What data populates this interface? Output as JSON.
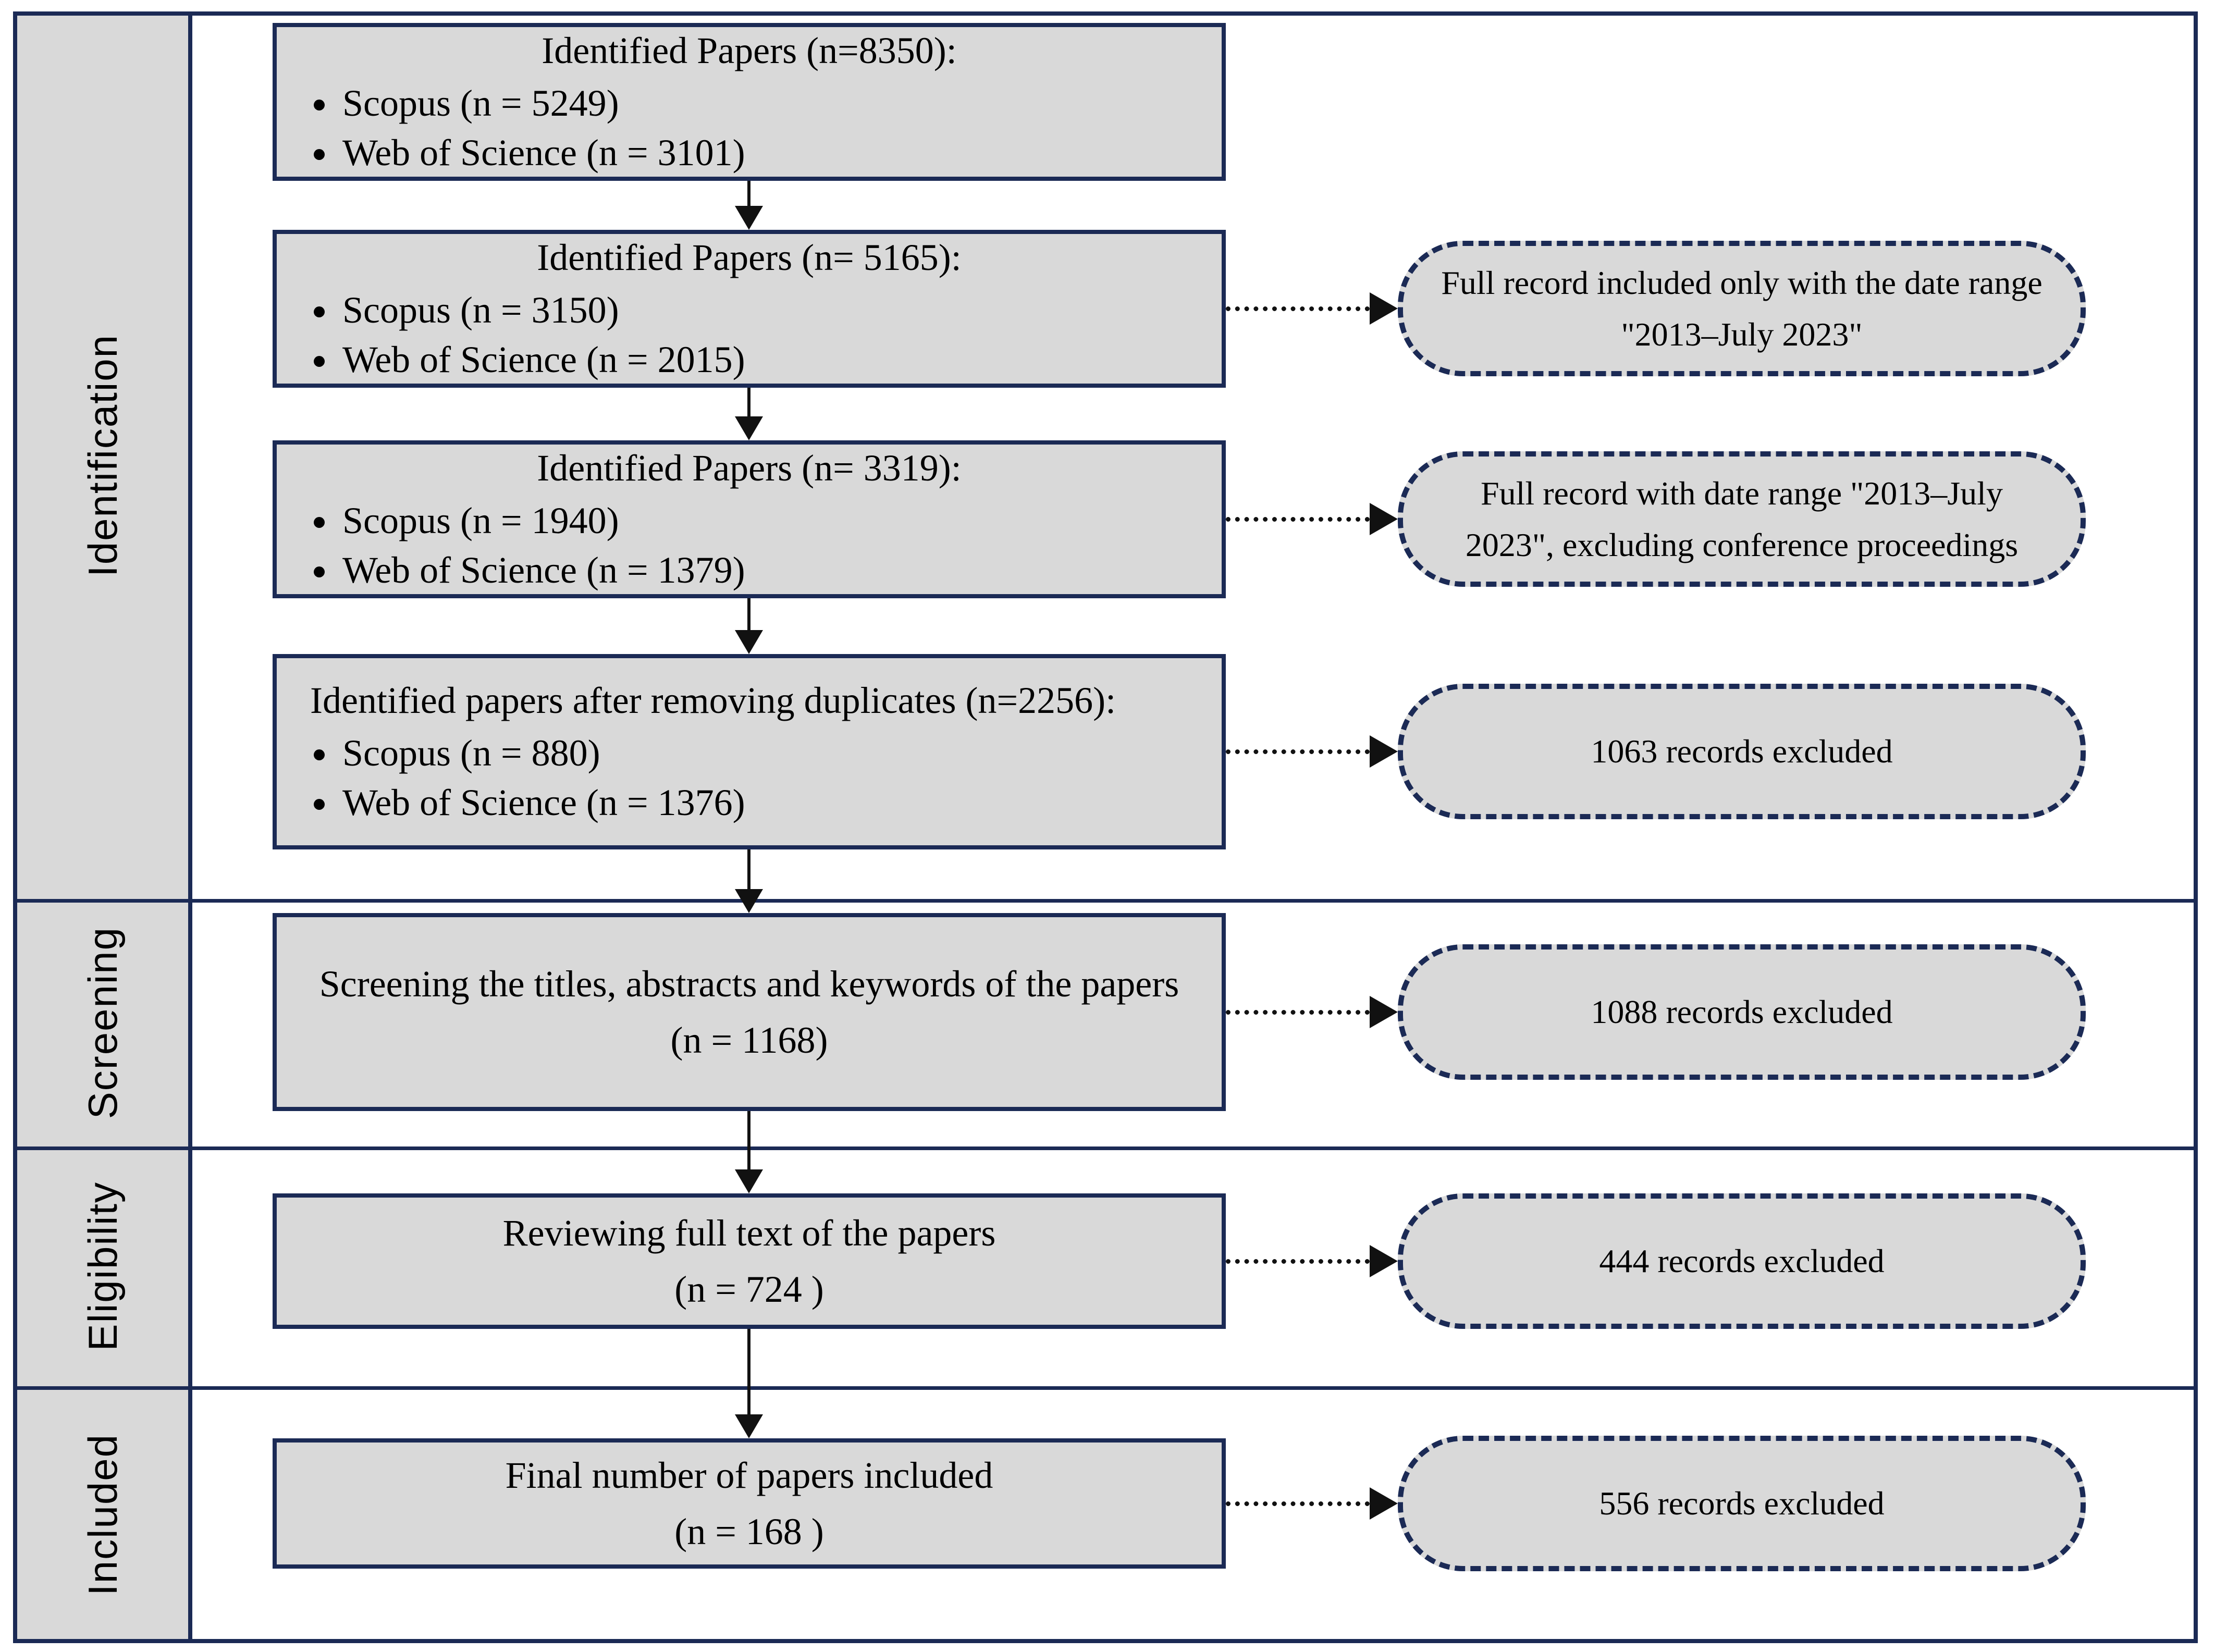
{
  "diagram": {
    "stages": [
      {
        "label": "Identification"
      },
      {
        "label": "Screening"
      },
      {
        "label": "Eligibility"
      },
      {
        "label": "Included"
      }
    ],
    "boxes": [
      {
        "title": "Identified Papers (n=8350):",
        "bullets": [
          "Scopus (n = 5249)",
          "Web of Science (n = 3101)"
        ]
      },
      {
        "title": "Identified Papers (n= 5165):",
        "bullets": [
          "Scopus (n = 3150)",
          "Web of Science (n = 2015)"
        ]
      },
      {
        "title": "Identified Papers (n= 3319):",
        "bullets": [
          "Scopus (n = 1940)",
          "Web of Science (n = 1379)"
        ]
      },
      {
        "title": "Identified papers after removing duplicates (n=2256):",
        "bullets": [
          "Scopus (n = 880)",
          "Web of Science (n = 1376)"
        ]
      },
      {
        "line1": "Screening the titles, abstracts and keywords of the papers",
        "line2": "(n = 1168)"
      },
      {
        "line1": "Reviewing full text of the papers",
        "line2": "(n = 724 )"
      },
      {
        "line1": "Final number of papers included",
        "line2": "(n = 168 )"
      }
    ],
    "callouts": [
      {
        "text": "Full record included only with the date range \"2013–July 2023\""
      },
      {
        "text": "Full record with date range \"2013–July 2023\", excluding conference proceedings"
      },
      {
        "text": "1063 records excluded"
      },
      {
        "text": "1088 records excluded"
      },
      {
        "text": "444 records excluded"
      },
      {
        "text": "556 records excluded"
      }
    ],
    "colors": {
      "border": "#1b2a55",
      "fill": "#d9d9d9",
      "arrow": "#111111"
    }
  }
}
